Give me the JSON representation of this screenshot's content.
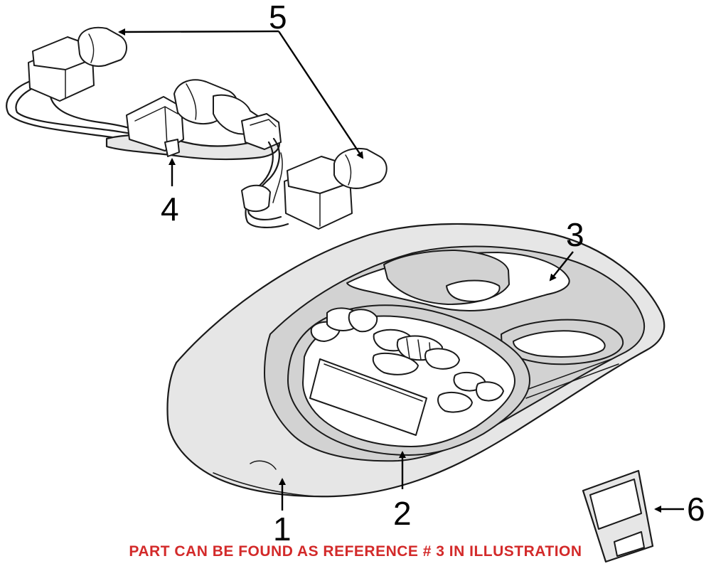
{
  "callouts": {
    "c1": "1",
    "c2": "2",
    "c3": "3",
    "c4": "4",
    "c5": "5",
    "c6": "6"
  },
  "caption": "PART CAN BE FOUND AS REFERENCE # 3 IN ILLUSTRATION",
  "colors": {
    "caption": "#d32a2a",
    "line": "#1a1a1a",
    "shade": "#e6e6e6"
  }
}
